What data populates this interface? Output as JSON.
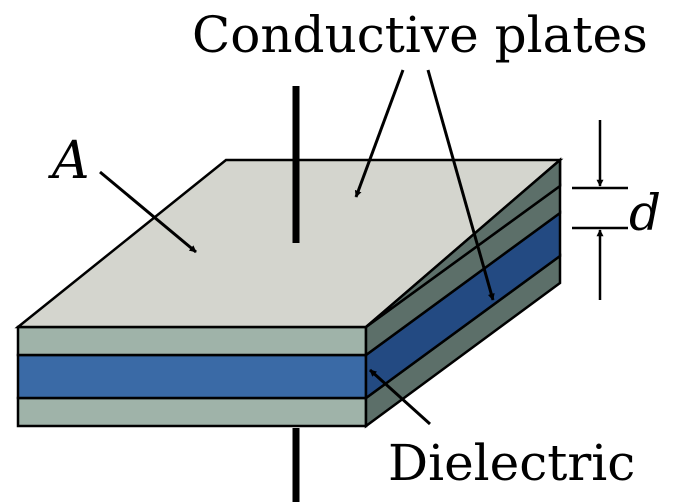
{
  "labels": {
    "conductive_plates": "Conductive plates",
    "area": "A",
    "distance": "d",
    "dielectric": "Dielectric"
  },
  "colors": {
    "plate_top": "#d4d5ce",
    "plate_front": "#9fb3a9",
    "plate_side": "#5c6f69",
    "dielectric_front": "#3a6aa6",
    "dielectric_side": "#234a82",
    "outline": "#000000"
  }
}
